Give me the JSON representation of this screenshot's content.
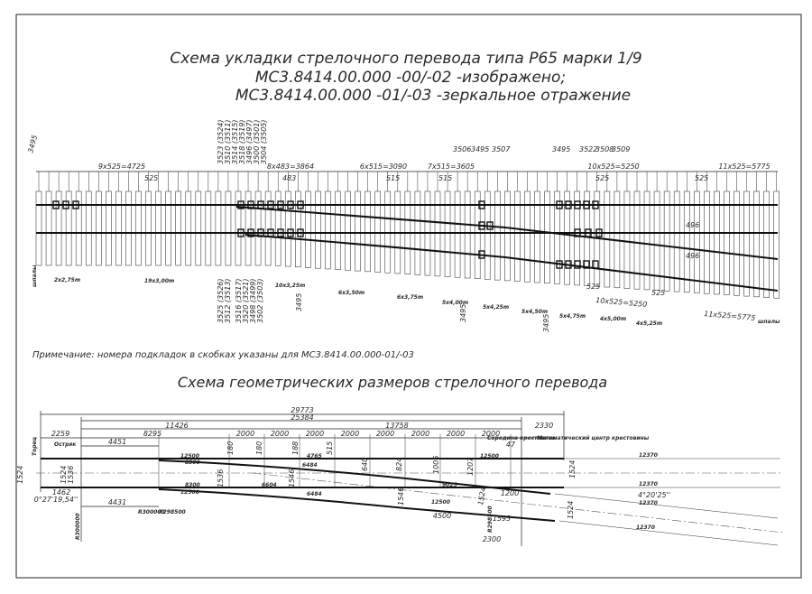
{
  "title": {
    "line1": "Схема укладки стрелочного перевода типа Р65 марки 1/9",
    "line2": "МС3.8414.00.000 -00/-02 -изображено;",
    "line3": "МС3.8414.00.000 -01/-03 -зеркальное отражение"
  },
  "layout_scheme": {
    "top_dims": [
      "9x525=4725",
      "8x483=3864",
      "6x515=3090",
      "7x515=3605",
      "10x525=5250",
      "11x525=5775"
    ],
    "pitch_dims": [
      "525",
      "483",
      "515",
      "515",
      "525",
      "525"
    ],
    "top_callouts": [
      "3495",
      "3506",
      "3495",
      "3507",
      "3495",
      "3522",
      "3508",
      "3509"
    ],
    "vertical_callouts_top": [
      "3523 (3524)",
      "3510 (3511)",
      "3514 (3515)",
      "3518 (3519)",
      "3496 (3497)",
      "3500 (3501)",
      "3504 (3505)"
    ],
    "vertical_callouts_bottom": [
      "3525 (3526)",
      "3512 (3513)",
      "3516 (3517)",
      "3520 (3521)",
      "3498 (3499)",
      "3502 (3503)"
    ],
    "bottom_callouts": [
      "3495",
      "3495",
      "3495"
    ],
    "sleeper_groups": [
      "2x2,75m",
      "19x3,00m",
      "10x3,25m",
      "6x3,50m",
      "6x3,75m",
      "5x4,00m",
      "5x4,25m",
      "5x4,50m",
      "5x4,75m",
      "4x5,00m",
      "4x5,25m"
    ],
    "bottom_dims": [
      "10x525=5250",
      "11x525=5775"
    ],
    "small_labels": [
      "525",
      "525",
      "496",
      "496"
    ],
    "sleeper_label": "шпалы",
    "sleeper_count": 75
  },
  "note": "Примечание: номера подкладок в скобках указаны для МС3.8414.00.000-01/-03",
  "geometry_scheme": {
    "title": "Схема геометрических размеров стрелочного перевода",
    "overall_dims": [
      "29773",
      "25384",
      "11426",
      "13758",
      "2330"
    ],
    "row_dims": [
      "2259",
      "8295",
      "2000",
      "2000",
      "2000",
      "2000",
      "2000",
      "2000",
      "2000",
      "2000"
    ],
    "dim_4451": "4451",
    "dim_4431": "4431",
    "dim_1462": "1462",
    "angle_start": "0°27'19,54''",
    "angle_cross": "4°20'25''",
    "gauge": [
      "1524",
      "1524",
      "1536",
      "1536",
      "1524",
      "1524",
      "1524"
    ],
    "offsets": [
      "180",
      "180",
      "188",
      "515",
      "640",
      "824",
      "1006",
      "1207",
      "1546",
      "1546"
    ],
    "rail_lengths": [
      "12500",
      "8300",
      "8300",
      "12500",
      "4765",
      "6484",
      "6604",
      "6484",
      "9025",
      "12500",
      "12500",
      "12370",
      "12370",
      "12370",
      "12370"
    ],
    "radii": [
      "R300000",
      "R298500",
      "R300000",
      "R298500"
    ],
    "cross_dims": [
      "1200",
      "1593",
      "2300",
      "4500",
      "47"
    ],
    "labels": {
      "stock": "Остряк",
      "joint": "Торец",
      "frog_mid": "Середина крестовины",
      "math_center": "Математический центр крестовины"
    }
  }
}
